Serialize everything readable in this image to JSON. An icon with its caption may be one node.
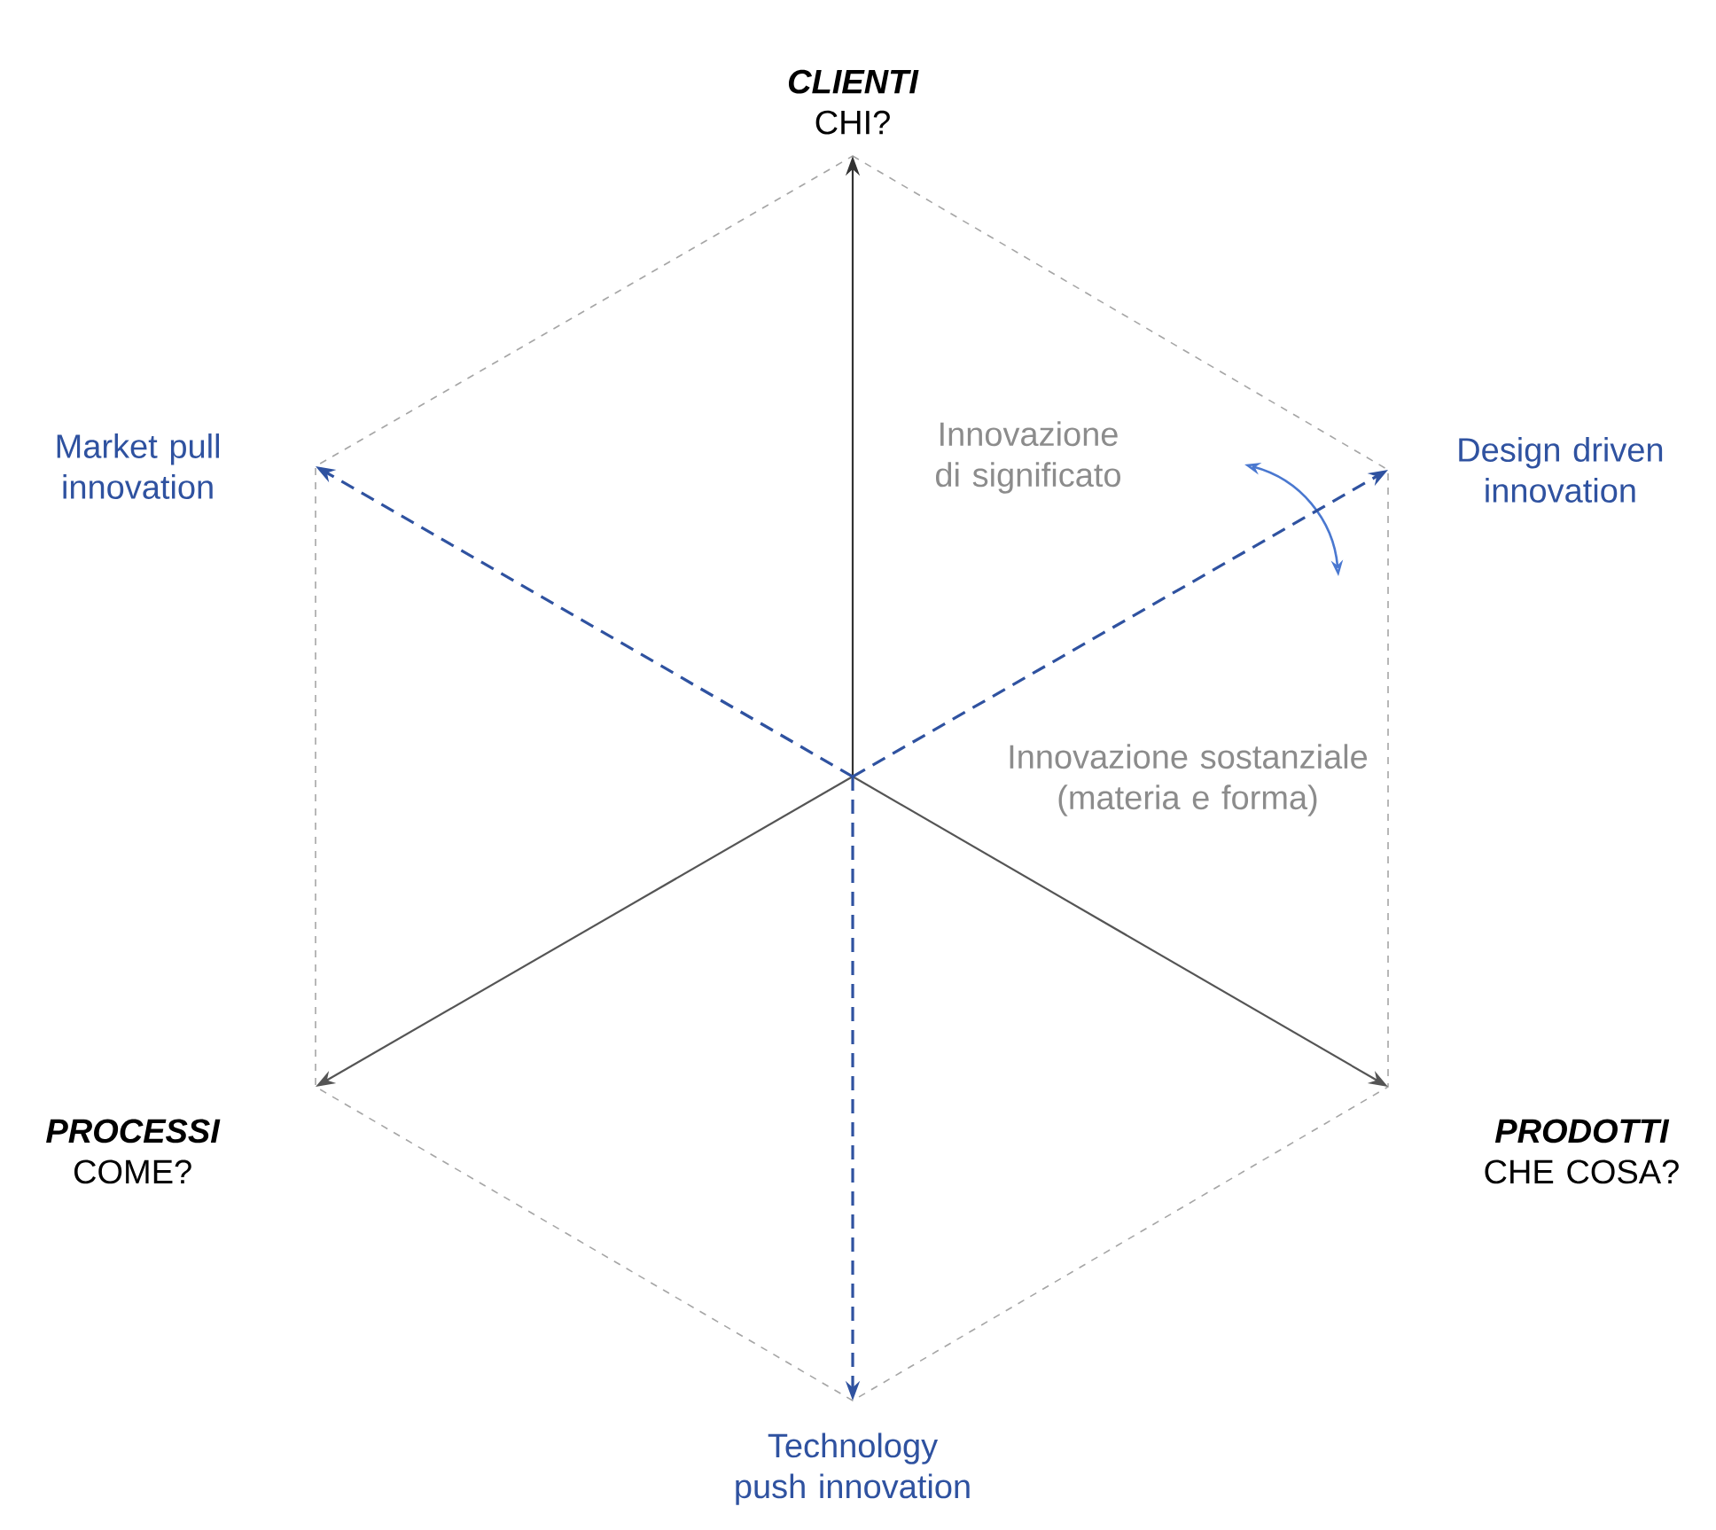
{
  "diagram": {
    "nodes": [
      {
        "text": [
          "CLIENTI",
          "CHI?"
        ]
      },
      {
        "text": [
          "Market pull innovation"
        ]
      },
      {
        "text": [
          "Design driven innovation"
        ]
      },
      {
        "text": [
          "PROCESSI",
          "COME?"
        ]
      },
      {
        "text": [
          "PRODOTTI",
          "CHE COSA?"
        ]
      },
      {
        "text": [
          "Technology push innovation"
        ]
      }
    ],
    "edges": [
      {
        "from": null,
        "to": 0,
        "arrow": "to",
        "color": "#333333"
      },
      {
        "from": null,
        "to": 3,
        "arrow": "to",
        "color": "#555555"
      },
      {
        "from": null,
        "to": 4,
        "arrow": "to",
        "color": "#555555"
      },
      {
        "from": null,
        "to": 1,
        "arrow": "to",
        "style": "dashed",
        "color": "#2f52a0"
      },
      {
        "from": null,
        "to": 2,
        "arrow": "to",
        "style": "dashed",
        "color": "#2f52a0"
      },
      {
        "from": null,
        "to": 5,
        "arrow": "to",
        "style": "dashed",
        "color": "#2f52a0"
      }
    ],
    "labels": [
      "Innovazione di significato",
      "Innovazione sostanziale (materia e forma)"
    ]
  }
}
